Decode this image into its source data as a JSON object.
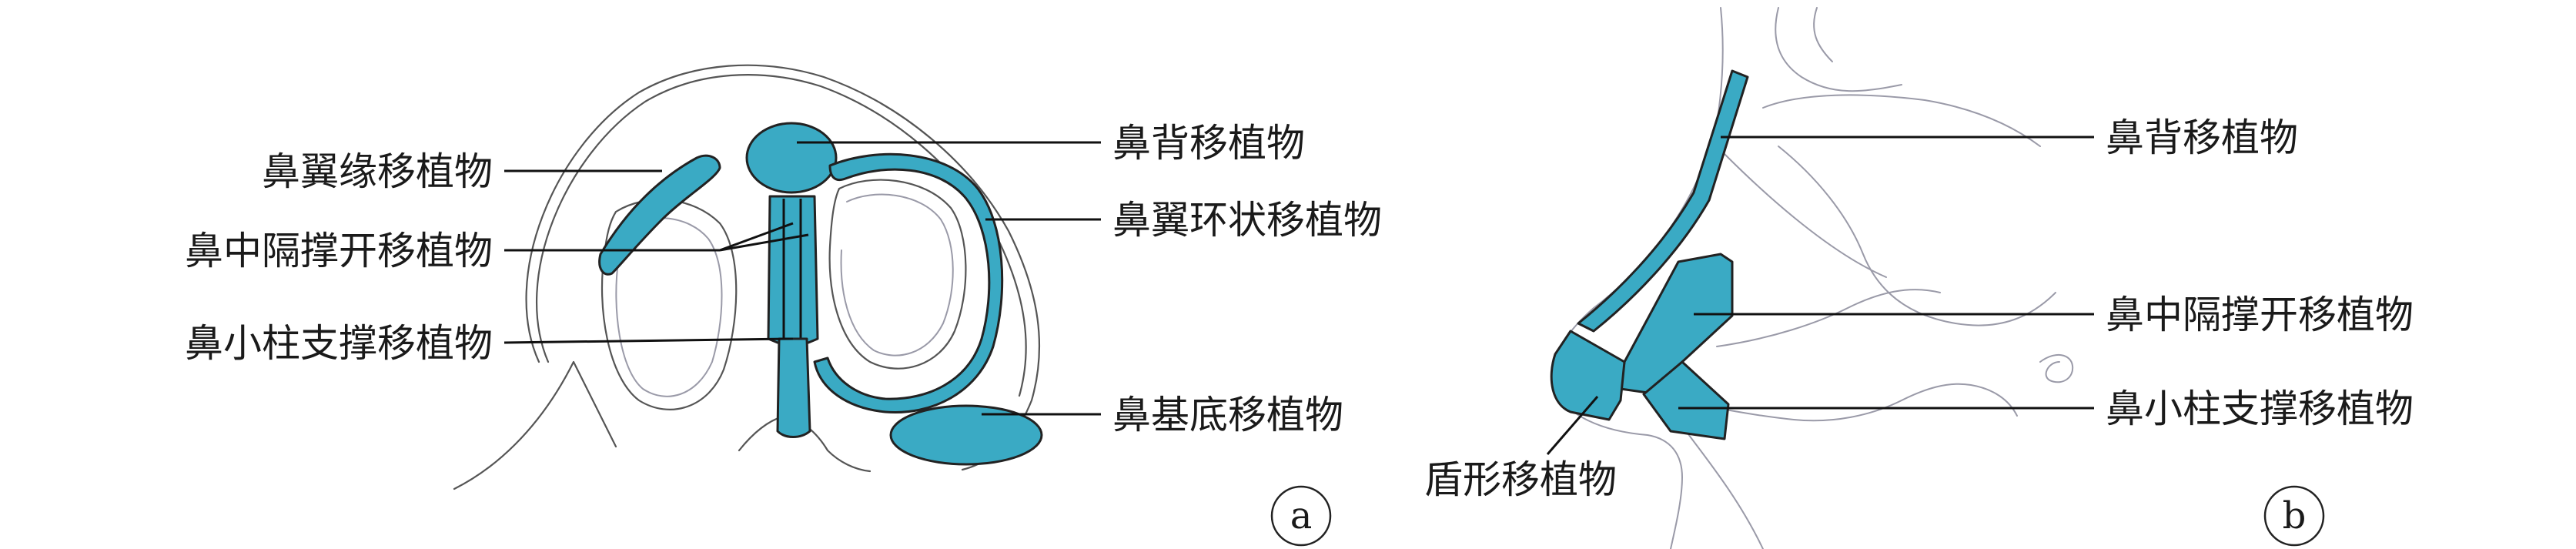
{
  "panel_a": {
    "letter": "a",
    "labels": {
      "alar_rim": "鼻翼缘移植物",
      "spreader": "鼻中隔撑开移植物",
      "columellar_strut": "鼻小柱支撑移植物",
      "dorsal": "鼻背移植物",
      "alar_ring": "鼻翼环状移植物",
      "base": "鼻基底移植物"
    }
  },
  "panel_b": {
    "letter": "b",
    "labels": {
      "dorsal": "鼻背移植物",
      "spreader": "鼻中隔撑开移植物",
      "columellar_strut": "鼻小柱支撑移植物",
      "shield": "盾形移植物"
    }
  },
  "colors": {
    "graft_fill": "#3aaac4",
    "outline": "#222222",
    "sketch": "#555555"
  }
}
